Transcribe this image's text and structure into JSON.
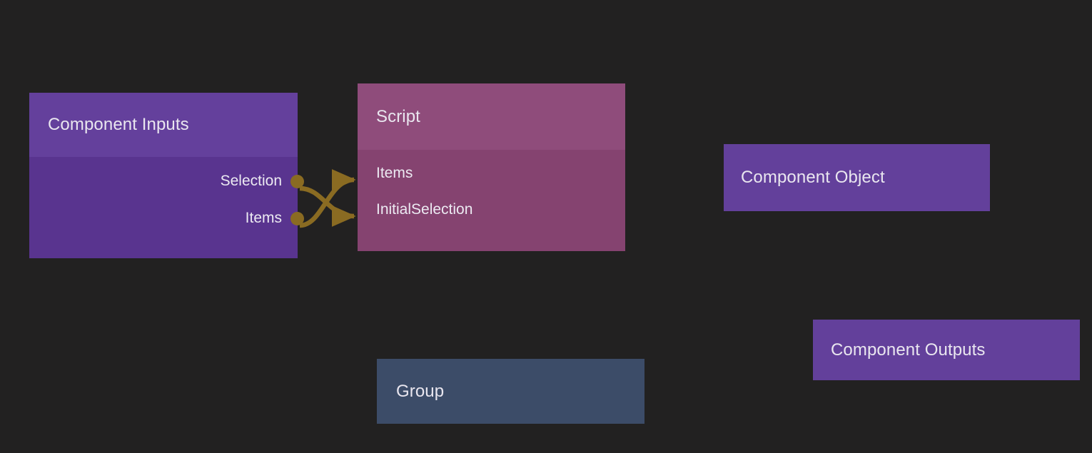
{
  "canvas": {
    "background_color": "#222121",
    "wire_color": "#8A6B22"
  },
  "nodes": {
    "component_inputs": {
      "title": "Component Inputs",
      "header_color": "#64409C",
      "body_color": "#59348F",
      "outputs": [
        {
          "label": "Selection"
        },
        {
          "label": "Items"
        }
      ]
    },
    "script": {
      "title": "Script",
      "header_color": "#8F4C7B",
      "body_color": "#854370",
      "inputs": [
        {
          "label": "Items"
        },
        {
          "label": "InitialSelection"
        }
      ]
    },
    "component_object": {
      "title": "Component Object",
      "header_color": "#63409B"
    },
    "component_outputs": {
      "title": "Component Outputs",
      "header_color": "#63409B"
    },
    "group": {
      "title": "Group",
      "header_color": "#3C4C68"
    }
  },
  "connections": [
    {
      "from": "component_inputs.Selection",
      "to": "script.InitialSelection"
    },
    {
      "from": "component_inputs.Items",
      "to": "script.Items"
    }
  ]
}
